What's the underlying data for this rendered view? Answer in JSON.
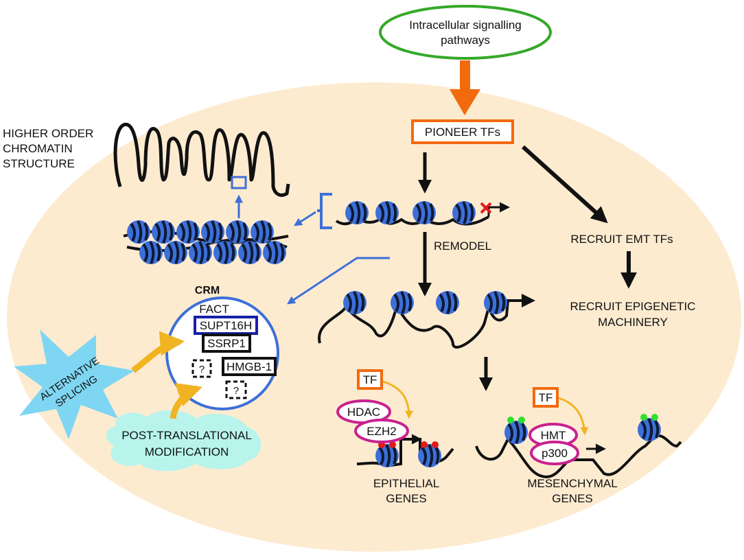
{
  "colors": {
    "cell": "#fdebd0",
    "nucleosome": "#3d6fd8",
    "nucleosome_stripe": "#0d1a33",
    "signal_oval": "#35a828",
    "arrow_orange": "#f26a0d",
    "arrow_gold": "#f0b422",
    "arrow_blue": "#3d6fd8",
    "crm_circle": "#3d6fd8",
    "magenta": "#c8218f",
    "mark_red": "#e11b1b",
    "mark_green": "#2fe02f",
    "splicing_star": "#7fd6f2",
    "ptm_cloud": "#b8f4ec"
  },
  "labels": {
    "signal_line1": "Intracellular signalling",
    "signal_line2": "pathways",
    "pioneer": "PIONEER TFs",
    "hocs_line1": "HIGHER ORDER",
    "hocs_line2": "CHROMATIN",
    "hocs_line3": "STRUCTURE",
    "remodel": "REMODEL",
    "recruit_emt": "RECRUIT EMT TFs",
    "recruit_epi_line1": "RECRUIT EPIGENETIC",
    "recruit_epi_line2": "MACHINERY",
    "crm": "CRM",
    "fact": "FACT",
    "supt16h": "SUPT16H",
    "ssrp1": "SSRP1",
    "hmgb1": "HMGB-1",
    "unknown": "?",
    "alt_line1": "ALTERNATIVE",
    "alt_line2": "SPLICING",
    "ptm_line1": "POST-TRANSLATIONAL",
    "ptm_line2": "MODIFICATION",
    "tf": "TF",
    "hdac": "HDAC",
    "ezh2": "EZH2",
    "hmt": "HMT",
    "p300": "p300",
    "epi_line1": "EPITHELIAL",
    "epi_line2": "GENES",
    "mes_line1": "MESENCHYMAL",
    "mes_line2": "GENES"
  }
}
